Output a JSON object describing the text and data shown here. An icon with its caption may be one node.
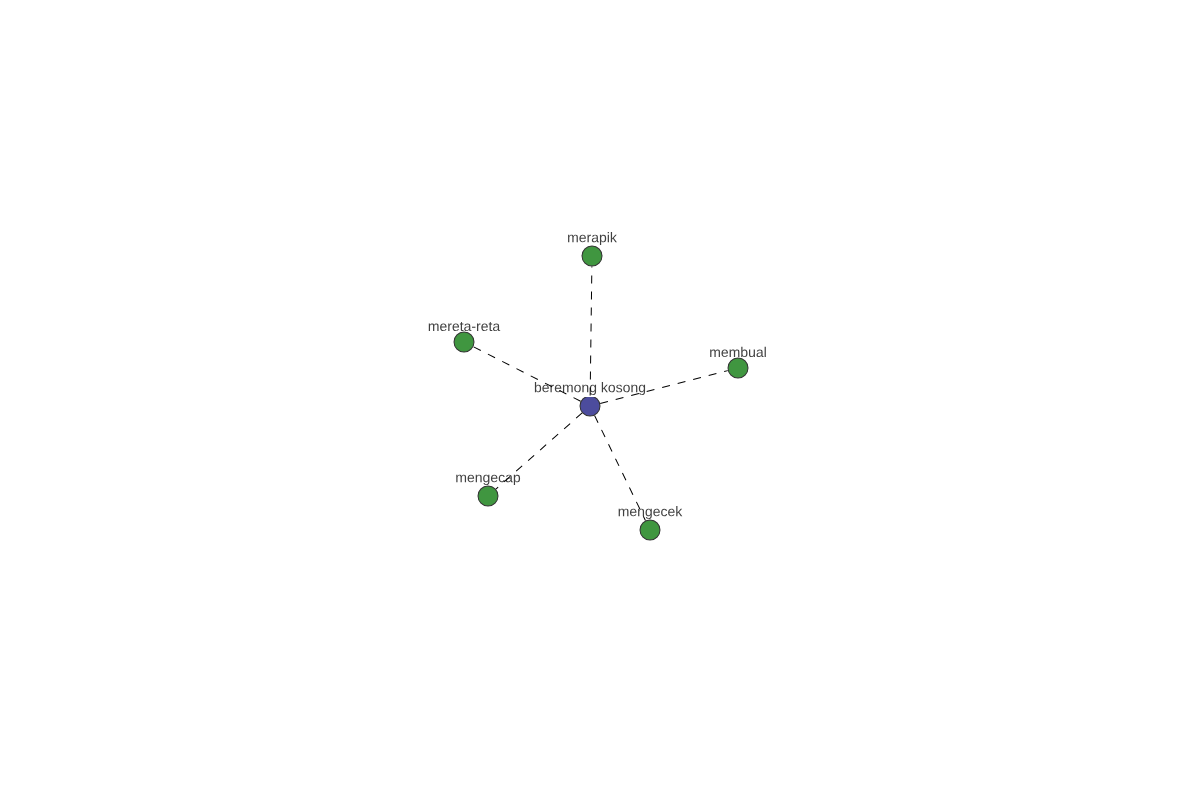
{
  "diagram": {
    "nodes": [
      {
        "text": [
          "beremong kosong"
        ]
      },
      {
        "text": [
          "merapik"
        ]
      },
      {
        "text": [
          "mereta-reta"
        ]
      },
      {
        "text": [
          "membual"
        ]
      },
      {
        "text": [
          "mengecap"
        ]
      },
      {
        "text": [
          "mengecek"
        ]
      }
    ],
    "edges": [
      {
        "from": 0,
        "to": 1,
        "arrow": "none",
        "style": "dashed"
      },
      {
        "from": 0,
        "to": 2,
        "arrow": "none",
        "style": "dashed"
      },
      {
        "from": 0,
        "to": 3,
        "arrow": "none",
        "style": "dashed"
      },
      {
        "from": 0,
        "to": 4,
        "arrow": "none",
        "style": "dashed"
      },
      {
        "from": 0,
        "to": 5,
        "arrow": "none",
        "style": "dashed"
      }
    ]
  }
}
